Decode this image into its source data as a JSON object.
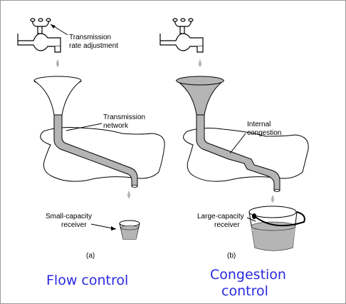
{
  "panel_a": {
    "faucet_label_line1": "Transmission",
    "faucet_label_line2": "rate adjustment",
    "network_label_line1": "Transmission",
    "network_label_line2": "network",
    "receiver_label_line1": "Small-capacity",
    "receiver_label_line2": "receiver",
    "sublabel": "(a)",
    "caption": "Flow control"
  },
  "panel_b": {
    "network_label_line1": "Internal",
    "network_label_line2": "congestion",
    "receiver_label_line1": "Large-capacity",
    "receiver_label_line2": "receiver",
    "sublabel": "(b)",
    "caption_line1": "Congestion",
    "caption_line2": "control"
  },
  "colors": {
    "fluid": "#b5b5b5",
    "caption": "#2a2ae0",
    "outline": "#000000"
  },
  "icons": [
    "faucet-icon",
    "funnel-icon",
    "cup-icon",
    "bucket-icon"
  ]
}
